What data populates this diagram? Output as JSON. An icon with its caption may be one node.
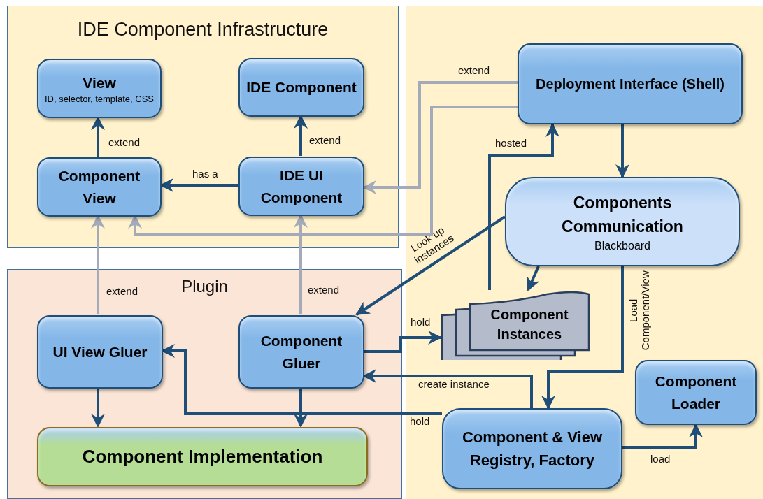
{
  "diagram": {
    "nodes": [
      {
        "text": [
          "IDE Component Infrastructure"
        ]
      },
      {
        "text": [
          "View",
          "ID, selector, template, CSS"
        ],
        "in": 0
      },
      {
        "text": [
          "IDE Component"
        ],
        "in": 0
      },
      {
        "text": [
          "Component View"
        ],
        "in": 0
      },
      {
        "text": [
          "IDE UI Component"
        ],
        "in": 0
      },
      {
        "text": [
          "Plugin"
        ]
      },
      {
        "text": [
          "UI View Gluer"
        ],
        "in": 5
      },
      {
        "text": [
          "Component Gluer"
        ],
        "in": 5
      },
      {
        "text": [
          "Component Implementation"
        ],
        "in": 5
      },
      {
        "text": [
          "Deployment Interface (Shell)"
        ]
      },
      {
        "text": [
          "Components Communication",
          "Blackboard"
        ]
      },
      {
        "text": [
          "Component Instances"
        ]
      },
      {
        "text": [
          "Component & View Registry, Factory"
        ]
      },
      {
        "text": [
          "Component Loader"
        ]
      }
    ],
    "edges": [
      {
        "from": 3,
        "to": 1,
        "arrow": "to",
        "label": "extend"
      },
      {
        "from": 4,
        "to": 2,
        "arrow": "to",
        "label": "extend"
      },
      {
        "from": 4,
        "to": 3,
        "arrow": "to",
        "label": "has a"
      },
      {
        "from": 9,
        "to": 4,
        "arrow": "to",
        "label": "extend",
        "color": "#a3abbb"
      },
      {
        "from": 9,
        "to": 3,
        "arrow": "to",
        "color": "#a3abbb"
      },
      {
        "from": 6,
        "to": 3,
        "arrow": "to",
        "label": "extend",
        "color": "#a3abbb"
      },
      {
        "from": 7,
        "to": 4,
        "arrow": "to",
        "label": "extend",
        "color": "#a3abbb"
      },
      {
        "from": 9,
        "to": 10,
        "arrow": "to"
      },
      {
        "from": 11,
        "to": 9,
        "arrow": "to",
        "label": "hosted"
      },
      {
        "from": 10,
        "to": 7,
        "arrow": "to",
        "label": "Look up instances"
      },
      {
        "from": 10,
        "to": 11,
        "arrow": "to"
      },
      {
        "from": 10,
        "to": 12,
        "arrow": "to",
        "label": "Load Component/View"
      },
      {
        "from": 7,
        "to": 11,
        "arrow": "to",
        "label": "hold"
      },
      {
        "from": 12,
        "to": 7,
        "arrow": "to",
        "label": "create instance"
      },
      {
        "from": 12,
        "to": 6,
        "arrow": "to",
        "label": "hold"
      },
      {
        "from": 6,
        "to": 8,
        "arrow": "to"
      },
      {
        "from": 7,
        "to": 8,
        "arrow": "to"
      },
      {
        "from": 12,
        "to": 13,
        "arrow": "to",
        "label": "load"
      }
    ]
  }
}
